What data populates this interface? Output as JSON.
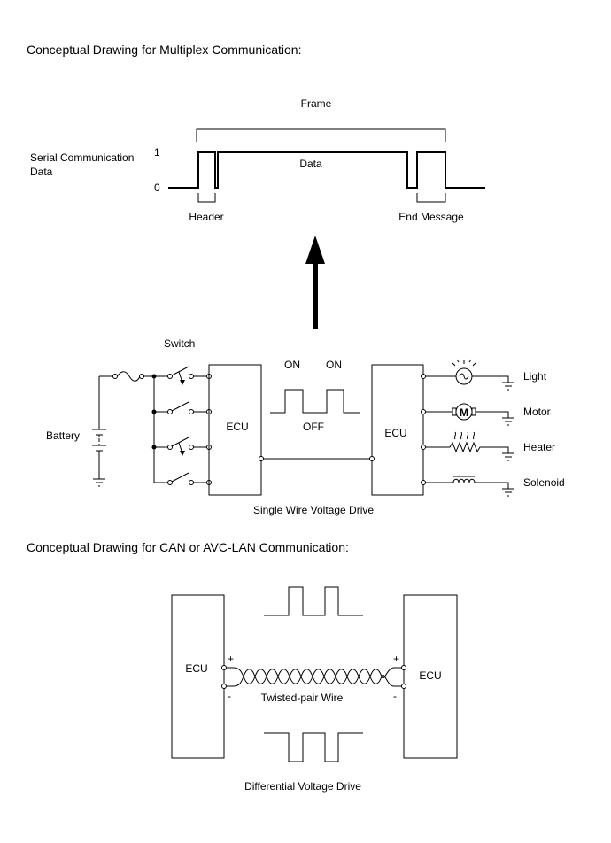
{
  "section1": {
    "heading": "Conceptual Drawing for Multiplex Communication:",
    "frame_label": "Frame",
    "serial_label_line1": "Serial Communication",
    "serial_label_line2": "Data",
    "level_high": "1",
    "level_low": "0",
    "data_label": "Data",
    "header_label": "Header",
    "end_label": "End Message"
  },
  "single_wire": {
    "switch_label": "Switch",
    "battery_label": "Battery",
    "ecu_left": "ECU",
    "ecu_right": "ECU",
    "on1": "ON",
    "on2": "ON",
    "off": "OFF",
    "caption": "Single Wire Voltage Drive",
    "loads": [
      "Light",
      "Motor",
      "Heater",
      "Solenoid"
    ],
    "motor_symbol": "M"
  },
  "section2": {
    "heading": "Conceptual Drawing for CAN or AVC-LAN Communication:",
    "ecu_left": "ECU",
    "ecu_right": "ECU",
    "plus": "+",
    "minus": "-",
    "wire_label": "Twisted-pair Wire",
    "caption": "Differential Voltage Drive"
  },
  "icons": [
    "fuse-icon",
    "switch-icon",
    "ground-icon",
    "lamp-icon",
    "motor-icon",
    "heater-icon",
    "solenoid-icon",
    "battery-icon",
    "up-arrow-icon"
  ]
}
